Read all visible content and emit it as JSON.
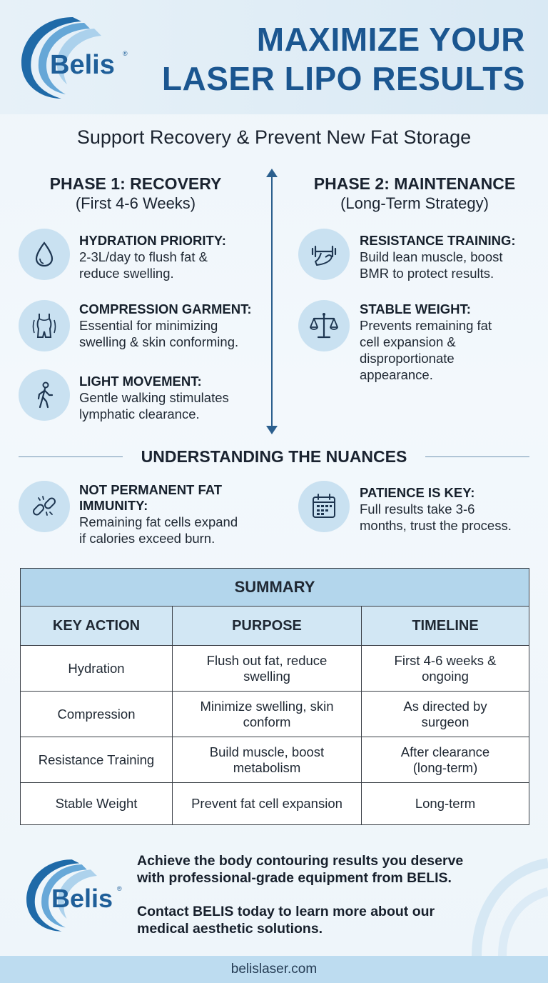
{
  "brand": {
    "name": "Belis",
    "registered": "®"
  },
  "header": {
    "title_line1": "MAXIMIZE YOUR",
    "title_line2": "LASER LIPO RESULTS"
  },
  "subtitle": "Support Recovery & Prevent New Fat Storage",
  "phase1": {
    "title": "PHASE 1: RECOVERY",
    "subtitle": "(First 4-6 Weeks)",
    "items": [
      {
        "icon": "water-drop-icon",
        "title": "HYDRATION PRIORITY:",
        "body_lines": [
          "2-3L/day to flush fat &",
          "reduce swelling."
        ]
      },
      {
        "icon": "compression-garment-icon",
        "title": "COMPRESSION GARMENT:",
        "body_lines": [
          "Essential for minimizing",
          "swelling & skin conforming."
        ]
      },
      {
        "icon": "walking-person-icon",
        "title": "LIGHT MOVEMENT:",
        "body_lines": [
          "Gentle walking stimulates",
          "lymphatic clearance."
        ]
      }
    ]
  },
  "phase2": {
    "title": "PHASE 2: MAINTENANCE",
    "subtitle": "(Long-Term Strategy)",
    "items": [
      {
        "icon": "dumbbell-arm-icon",
        "title": "RESISTANCE TRAINING:",
        "body_lines": [
          "Build lean muscle, boost",
          "BMR to protect results."
        ]
      },
      {
        "icon": "balance-scale-icon",
        "title": "STABLE WEIGHT:",
        "body_lines": [
          "Prevents remaining fat",
          "cell expansion &",
          "disproportionate",
          "appearance."
        ]
      }
    ]
  },
  "nuances": {
    "title": "UNDERSTANDING THE NUANCES",
    "items": [
      {
        "icon": "broken-chain-icon",
        "title_lines": [
          "NOT PERMANENT FAT",
          "IMMUNITY:"
        ],
        "body_lines": [
          "Remaining fat cells expand",
          "if calories exceed burn."
        ]
      },
      {
        "icon": "calendar-icon",
        "title_lines": [
          "PATIENCE IS KEY:"
        ],
        "body_lines": [
          "Full results take 3-6",
          "months, trust the process."
        ]
      }
    ]
  },
  "summary": {
    "title": "SUMMARY",
    "columns": [
      "KEY ACTION",
      "PURPOSE",
      "TIMELINE"
    ],
    "rows": [
      {
        "action": "Hydration",
        "purpose_lines": [
          "Flush out fat, reduce",
          "swelling"
        ],
        "timeline_lines": [
          "First 4-6 weeks &",
          "ongoing"
        ]
      },
      {
        "action": "Compression",
        "purpose_lines": [
          "Minimize swelling, skin",
          "conform"
        ],
        "timeline_lines": [
          "As directed by",
          "surgeon"
        ]
      },
      {
        "action": "Resistance Training",
        "purpose_lines": [
          "Build muscle, boost",
          "metabolism"
        ],
        "timeline_lines": [
          "After clearance",
          "(long-term)"
        ]
      },
      {
        "action": "Stable Weight",
        "purpose_lines": [
          "Prevent fat cell expansion"
        ],
        "timeline_lines": [
          "Long-term"
        ]
      }
    ]
  },
  "footer": {
    "cta1_lines": [
      "Achieve the body contouring results you deserve",
      "with professional-grade equipment from BELIS."
    ],
    "cta2_lines": [
      "Contact BELIS today to learn more about our",
      "medical aesthetic solutions."
    ],
    "url": "belislaser.com"
  },
  "colors": {
    "brand_blue": "#1b5690",
    "icon_circle": "#c9e1f1",
    "table_header": "#b3d6ec",
    "footer_bar": "#bddcf0"
  }
}
